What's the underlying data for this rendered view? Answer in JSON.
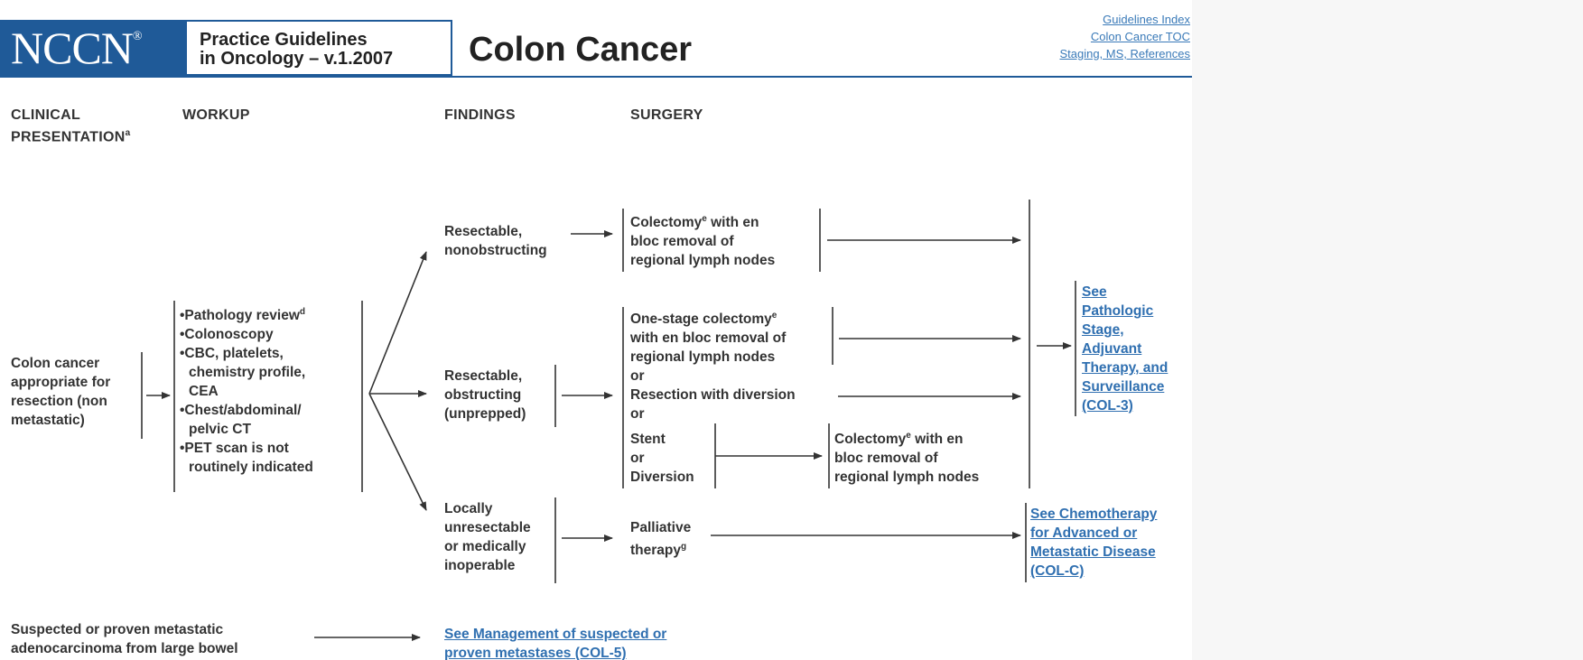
{
  "header": {
    "logo": "NCCN",
    "logo_mark": "®",
    "guidelines_line1": "Practice Guidelines",
    "guidelines_line2": "in Oncology – v.1.2007",
    "title": "Colon Cancer",
    "links": [
      "Guidelines Index",
      "Colon Cancer TOC",
      "Staging, MS, References"
    ]
  },
  "columns": {
    "clinical": [
      "CLINICAL",
      "PRESENTATION"
    ],
    "clinical_sup": "a",
    "workup": "WORKUP",
    "findings": "FINDINGS",
    "surgery": "SURGERY"
  },
  "presentation": [
    "Colon cancer",
    "appropriate for",
    "resection (non",
    "metastatic)"
  ],
  "workup_items": [
    [
      "•Pathology review",
      "d"
    ],
    [
      "•Colonoscopy"
    ],
    [
      "•CBC, platelets,",
      "chemistry profile,",
      "CEA"
    ],
    [
      "•Chest/abdominal/",
      "pelvic CT"
    ],
    [
      "•PET scan is not",
      "routinely indicated"
    ]
  ],
  "findings": {
    "resectable_nonobstructing": [
      "Resectable,",
      "nonobstructing"
    ],
    "resectable_obstructing": [
      "Resectable,",
      "obstructing",
      "(unprepped)"
    ],
    "unresectable": [
      "Locally",
      "unresectable",
      "or medically",
      "inoperable"
    ]
  },
  "surgery": {
    "colectomy_1": [
      "Colectomy",
      "with en",
      "bloc removal of",
      "regional lymph nodes"
    ],
    "colectomy_1_sup": "e",
    "one_stage": [
      "One-stage colectomy",
      "with en bloc removal of",
      "regional lymph nodes"
    ],
    "one_stage_sup": "e",
    "or_1": "or",
    "resection_diversion": "Resection with diversion",
    "or_2": "or",
    "stent": [
      "Stent",
      "or",
      "Diversion"
    ],
    "colectomy_2": [
      "Colectomy",
      "with en",
      "bloc removal of",
      "regional lymph nodes"
    ],
    "colectomy_2_sup": "e",
    "palliative": [
      "Palliative",
      "therapy"
    ],
    "palliative_sup": "g"
  },
  "outcomes": {
    "pathologic": [
      "See",
      "Pathologic",
      "Stage,",
      "Adjuvant",
      "Therapy, and",
      "Surveillance",
      "(COL-3)"
    ],
    "chemo": [
      "See Chemotherapy",
      "for Advanced or",
      "Metastatic Disease",
      "(COL-C)"
    ]
  },
  "metastatic": {
    "text": [
      "Suspected or proven metastatic",
      "adenocarcinoma from large bowel"
    ],
    "link": [
      "See Management of suspected or",
      "proven metastases (COL-5)"
    ]
  },
  "colors": {
    "brand": "#1f5a98",
    "link": "#2f6fb0",
    "line": "#333333"
  }
}
